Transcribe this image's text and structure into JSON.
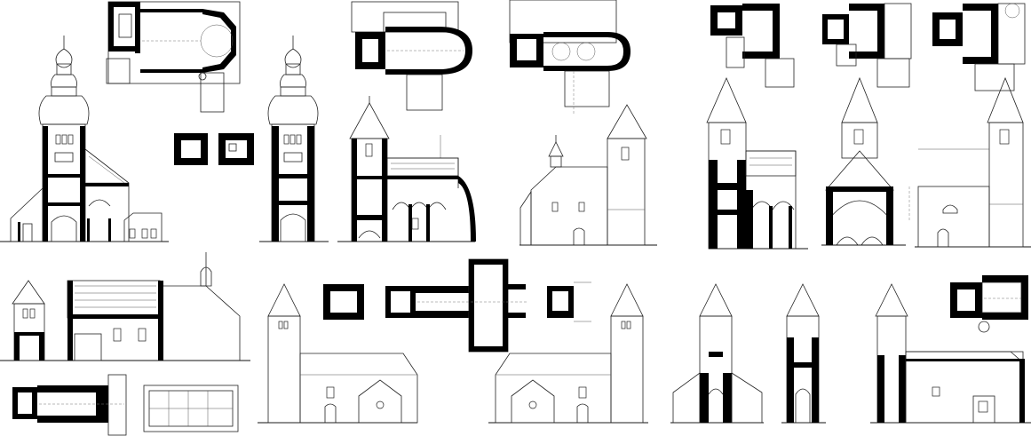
{
  "sheet": {
    "domain_note": "",
    "background": "#ffffff",
    "ink": "#000000",
    "groups": [
      {
        "id": "baroque-church",
        "views": [
          "elevation-section",
          "floor-plan",
          "tower-plan"
        ]
      },
      {
        "id": "tower-section",
        "views": [
          "elevation-section"
        ]
      },
      {
        "id": "romanesque-basilica",
        "views": [
          "floor-plan",
          "longitudinal-section",
          "side-elevation"
        ]
      },
      {
        "id": "towers-sequence",
        "views": [
          "floor-plan",
          "tower-section",
          "cross-section",
          "side-elevation"
        ]
      },
      {
        "id": "church-with-porch",
        "views": [
          "longitudinal-section",
          "floor-plan"
        ]
      },
      {
        "id": "cruciform-church",
        "views": [
          "floor-plan",
          "side-elevation"
        ]
      },
      {
        "id": "three-towers",
        "views": [
          "tower-elevation",
          "tower-section"
        ]
      },
      {
        "id": "church-long-section",
        "views": [
          "floor-plan",
          "longitudinal-section"
        ]
      }
    ]
  }
}
